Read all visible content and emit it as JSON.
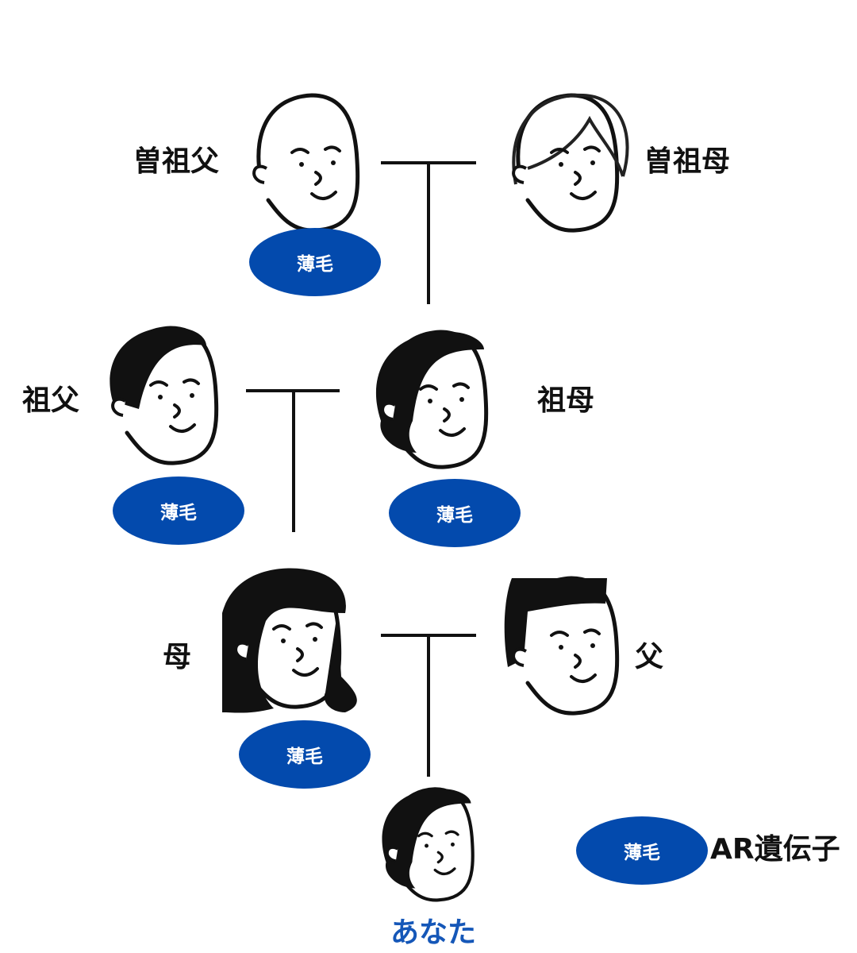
{
  "people": {
    "great_grandfather": {
      "label": "曽祖父",
      "trait": "薄毛"
    },
    "great_grandmother": {
      "label": "曽祖母"
    },
    "grandfather": {
      "label": "祖父",
      "trait": "薄毛"
    },
    "grandmother": {
      "label": "祖母",
      "trait": "薄毛"
    },
    "mother": {
      "label": "母",
      "trait": "薄毛"
    },
    "father": {
      "label": "父"
    },
    "you": {
      "label": "あなた"
    }
  },
  "legend": {
    "badge": "薄毛",
    "text": "AR遺伝子"
  },
  "colors": {
    "badge": "#034aad",
    "you_label": "#1557b8",
    "line": "#111111"
  }
}
